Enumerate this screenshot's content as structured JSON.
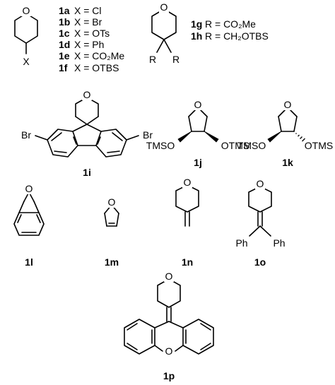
{
  "substituents_group_1": [
    {
      "id": "1a",
      "text": "X = Cl"
    },
    {
      "id": "1b",
      "text": "X = Br"
    },
    {
      "id": "1c",
      "text": "X = OTs"
    },
    {
      "id": "1d",
      "text": "X = Ph"
    },
    {
      "id": "1e",
      "text": "X = CO₂Me"
    },
    {
      "id": "1f",
      "text": "X = OTBS"
    }
  ],
  "substituents_group_2": [
    {
      "id": "1g",
      "text": "R = CO₂Me"
    },
    {
      "id": "1h",
      "text": "R = CH₂OTBS"
    }
  ],
  "atoms": {
    "oxygen": "O",
    "x": "X",
    "r": "R",
    "br": "Br",
    "tmso": "TMSO",
    "otms": "OTMS",
    "ph": "Ph"
  },
  "compound_labels": {
    "c1i": "1i",
    "c1j": "1j",
    "c1k": "1k",
    "c1l": "1l",
    "c1m": "1m",
    "c1n": "1n",
    "c1o": "1o",
    "c1p": "1p"
  }
}
